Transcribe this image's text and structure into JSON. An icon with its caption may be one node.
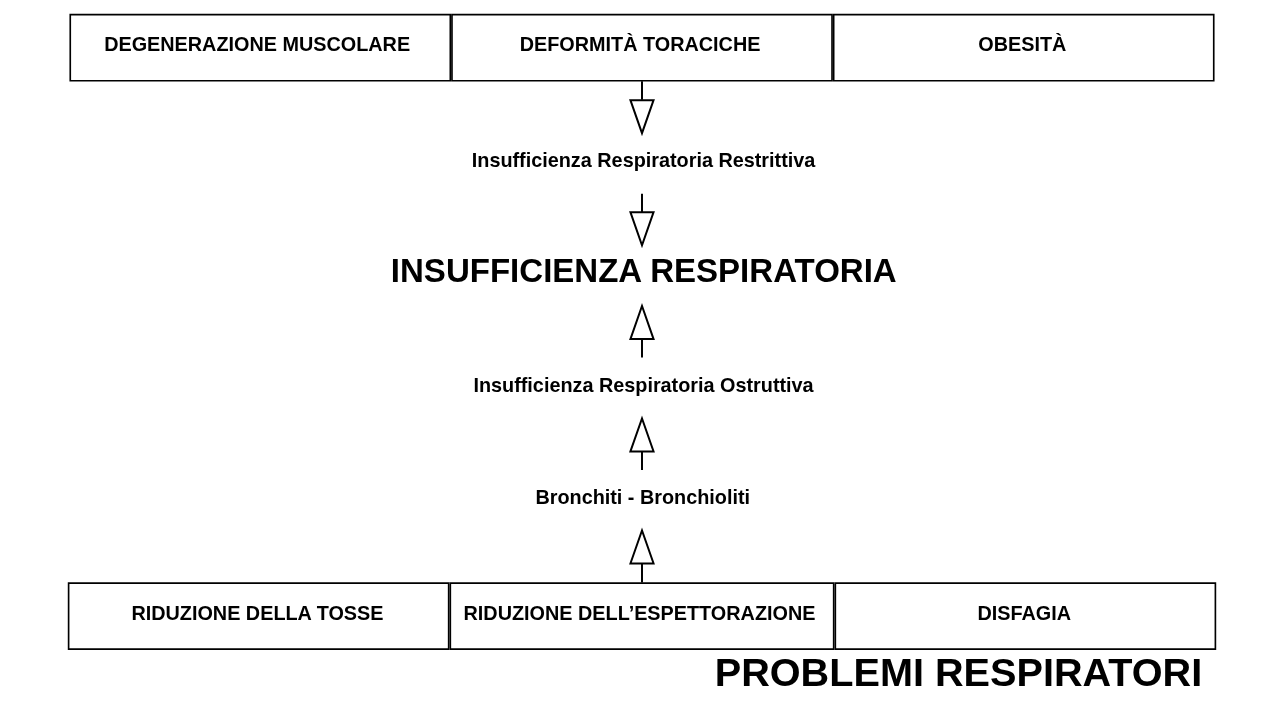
{
  "diagram": {
    "title": "PROBLEMI RESPIRATORI",
    "nodes": [
      {
        "text": [
          "DEGENERAZIONE MUSCOLARE"
        ]
      },
      {
        "text": [
          "DEFORMITÀ TORACICHE"
        ]
      },
      {
        "text": [
          "OBESITÀ"
        ]
      },
      {
        "text": [
          "Insufficienza Respiratoria Restrittiva"
        ]
      },
      {
        "text": [
          "INSUFFICIENZA RESPIRATORIA"
        ]
      },
      {
        "text": [
          "Insufficienza Respiratoria Ostruttiva"
        ]
      },
      {
        "text": [
          "Bronchiti - Bronchioliti"
        ]
      },
      {
        "text": [
          "RIDUZIONE DELLA TOSSE"
        ]
      },
      {
        "text": [
          "RIDUZIONE DELL’ESPETTORAZIONE"
        ]
      },
      {
        "text": [
          "DISFAGIA"
        ]
      }
    ],
    "edges": [
      {
        "from": 1,
        "to": 3,
        "arrow": "to"
      },
      {
        "from": 3,
        "to": 4,
        "arrow": "to"
      },
      {
        "from": 5,
        "to": 4,
        "arrow": "to"
      },
      {
        "from": 6,
        "to": 5,
        "arrow": "to"
      },
      {
        "from": 8,
        "to": 6,
        "arrow": "to"
      }
    ]
  }
}
